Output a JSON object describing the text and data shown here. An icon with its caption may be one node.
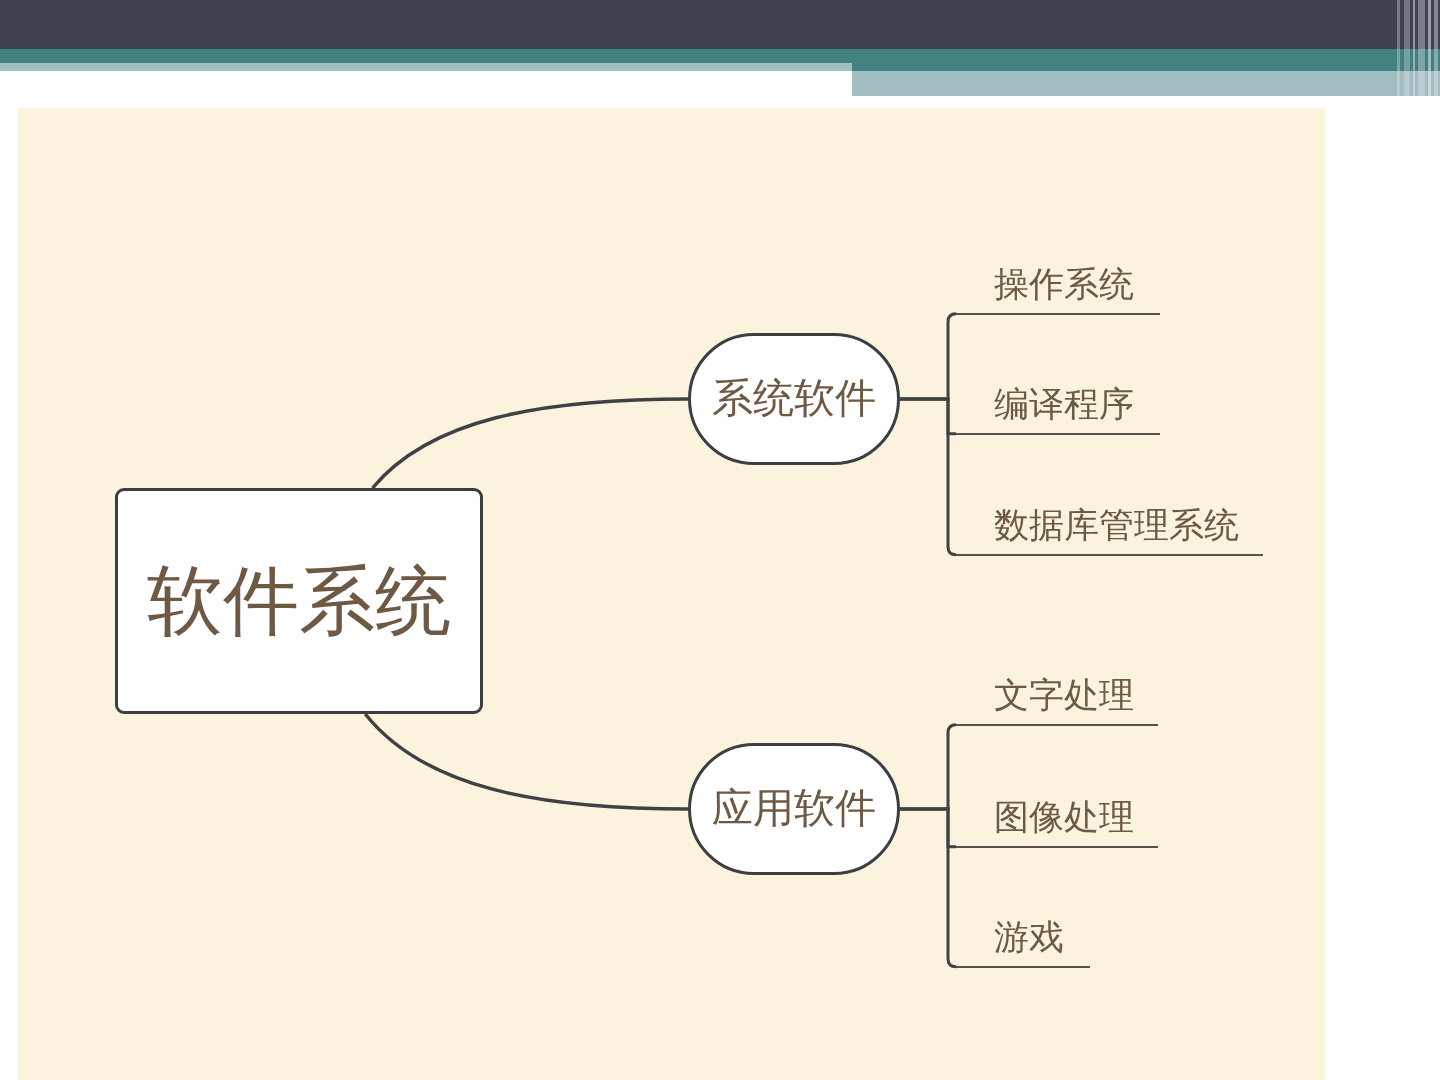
{
  "diagram": {
    "nodes": [
      {
        "text": [
          "软件系统"
        ]
      },
      {
        "text": [
          "系统软件"
        ]
      },
      {
        "text": [
          "操作系统"
        ]
      },
      {
        "text": [
          "编译程序"
        ]
      },
      {
        "text": [
          "数据库管理系统"
        ]
      },
      {
        "text": [
          "应用软件"
        ]
      },
      {
        "text": [
          "文字处理"
        ]
      },
      {
        "text": [
          "图像处理"
        ]
      },
      {
        "text": [
          "游戏"
        ]
      }
    ],
    "edges": [
      {
        "from": 0,
        "to": 1,
        "arrow": "none"
      },
      {
        "from": 1,
        "to": 2,
        "arrow": "none"
      },
      {
        "from": 1,
        "to": 3,
        "arrow": "none"
      },
      {
        "from": 1,
        "to": 4,
        "arrow": "none"
      },
      {
        "from": 0,
        "to": 5,
        "arrow": "none"
      },
      {
        "from": 5,
        "to": 6,
        "arrow": "none"
      },
      {
        "from": 5,
        "to": 7,
        "arrow": "none"
      },
      {
        "from": 5,
        "to": 8,
        "arrow": "none"
      }
    ]
  }
}
